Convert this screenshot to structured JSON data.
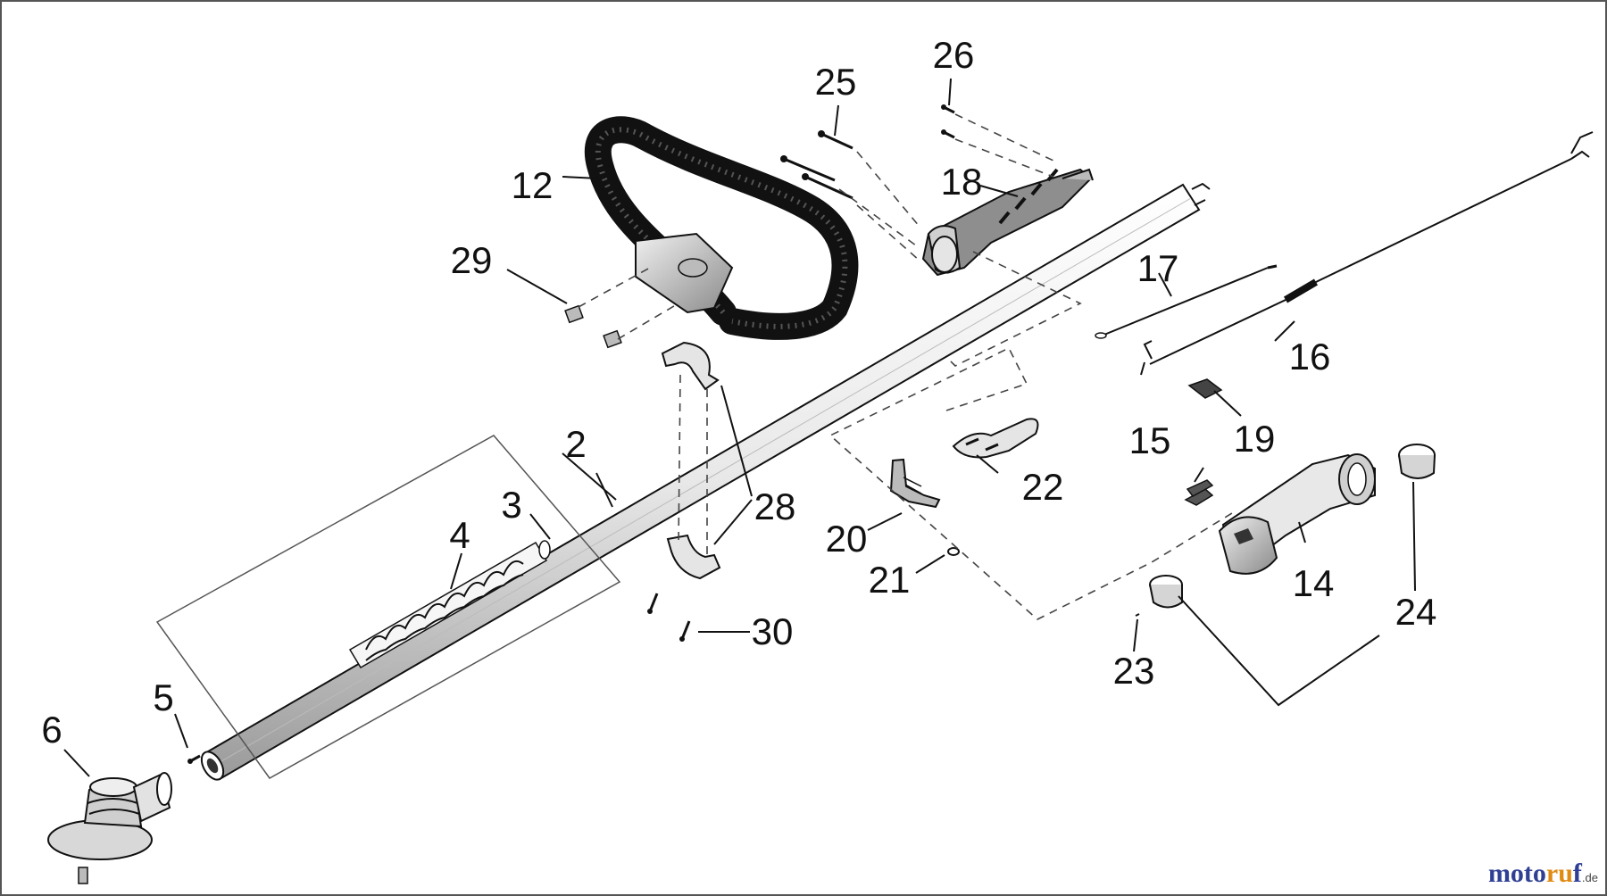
{
  "diagram": {
    "part_numbers": [
      "2",
      "3",
      "4",
      "5",
      "6",
      "12",
      "14",
      "15",
      "16",
      "17",
      "18",
      "19",
      "20",
      "21",
      "22",
      "23",
      "24",
      "25",
      "26",
      "28",
      "29",
      "30"
    ]
  },
  "watermark": {
    "brand_part1": "moto",
    "brand_part2": "ru",
    "brand_part3": "f",
    "suffix": ".de"
  }
}
